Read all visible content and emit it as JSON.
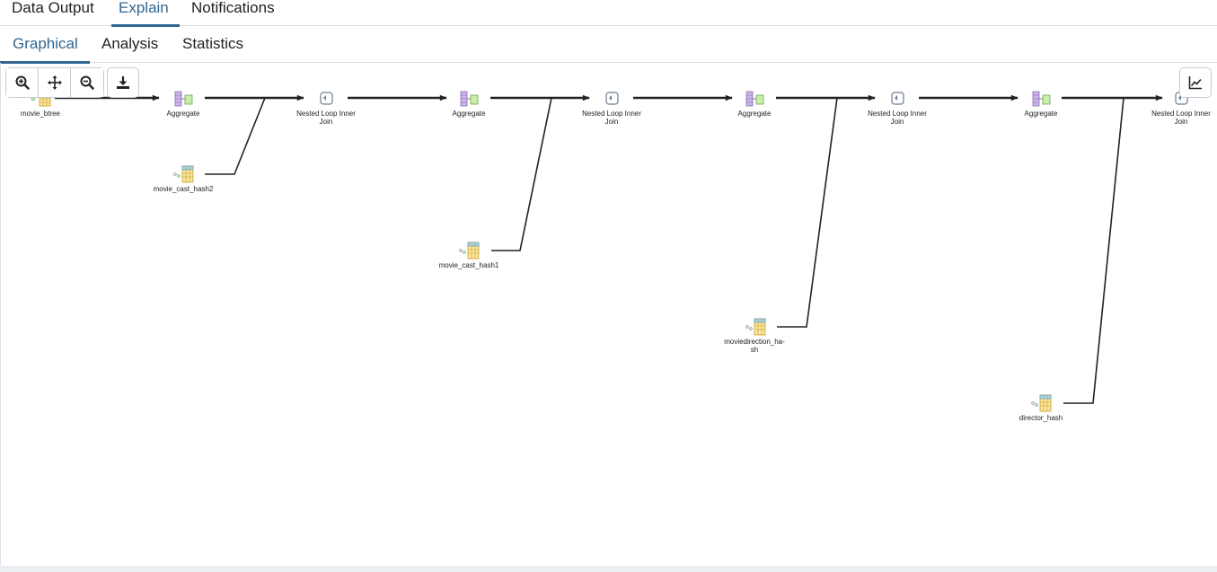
{
  "tabs": [
    {
      "label": "Data Output",
      "active": false
    },
    {
      "label": "Explain",
      "active": true
    },
    {
      "label": "Notifications",
      "active": false
    }
  ],
  "subtabs": [
    {
      "label": "Graphical",
      "active": true
    },
    {
      "label": "Analysis",
      "active": false
    },
    {
      "label": "Statistics",
      "active": false
    }
  ],
  "toolbar": {
    "zoom_in_icon": "zoom-in-icon",
    "fit_icon": "move-arrows-icon",
    "zoom_out_icon": "zoom-out-icon",
    "download_icon": "download-icon",
    "stats_icon": "line-chart-icon"
  },
  "plan": {
    "nodes": {
      "movie_btree": {
        "label": "movie_btree",
        "kind": "table"
      },
      "aggregate_1": {
        "label": "Aggregate",
        "kind": "aggregate"
      },
      "movie_cast_hash2": {
        "label": "movie_cast_hash2",
        "kind": "table"
      },
      "nested_loop_1": {
        "label": "Nested Loop Inner Join",
        "kind": "join"
      },
      "aggregate_2": {
        "label": "Aggregate",
        "kind": "aggregate"
      },
      "movie_cast_hash1": {
        "label": "movie_cast_hash1",
        "kind": "table"
      },
      "nested_loop_2": {
        "label": "Nested Loop Inner Join",
        "kind": "join"
      },
      "aggregate_3": {
        "label": "Aggregate",
        "kind": "aggregate"
      },
      "moviedirection_hash": {
        "label": "moviedirection_ha-sh",
        "kind": "table"
      },
      "nested_loop_3": {
        "label": "Nested Loop Inner Join",
        "kind": "join"
      },
      "aggregate_4": {
        "label": "Aggregate",
        "kind": "aggregate"
      },
      "director_hash": {
        "label": "director_hash",
        "kind": "table"
      },
      "nested_loop_4": {
        "label": "Nested Loop Inner Join",
        "kind": "join"
      }
    }
  },
  "colors": {
    "accent": "#326690",
    "edge": "#222222",
    "border": "#dde0e6"
  }
}
